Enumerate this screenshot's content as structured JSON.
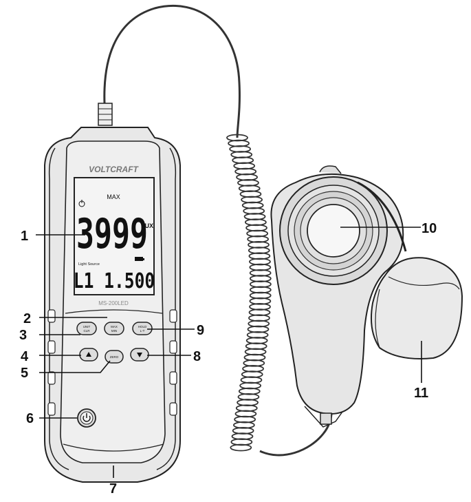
{
  "header_text": "",
  "brand": "VOLTCRAFT",
  "model": "MS-200LED",
  "display": {
    "mode": "MAX",
    "main_value": "3999",
    "unit": "LUX",
    "source_label": "Light Source",
    "secondary_value": "L1 1.500",
    "power_icon": "power-icon",
    "battery_icon": "battery-icon"
  },
  "buttons": {
    "unit_clr": [
      "UNIT",
      "CLR"
    ],
    "max_min": [
      "MAX",
      "MIN"
    ],
    "hold_lt": [
      "HOLD",
      "L-T"
    ],
    "up_icon": "up-arrow-icon",
    "down_icon": "down-arrow-icon",
    "zero": "ZERO",
    "power_icon": "power-icon"
  },
  "callouts": [
    "1",
    "2",
    "3",
    "4",
    "5",
    "6",
    "7",
    "8",
    "9",
    "10",
    "11"
  ]
}
